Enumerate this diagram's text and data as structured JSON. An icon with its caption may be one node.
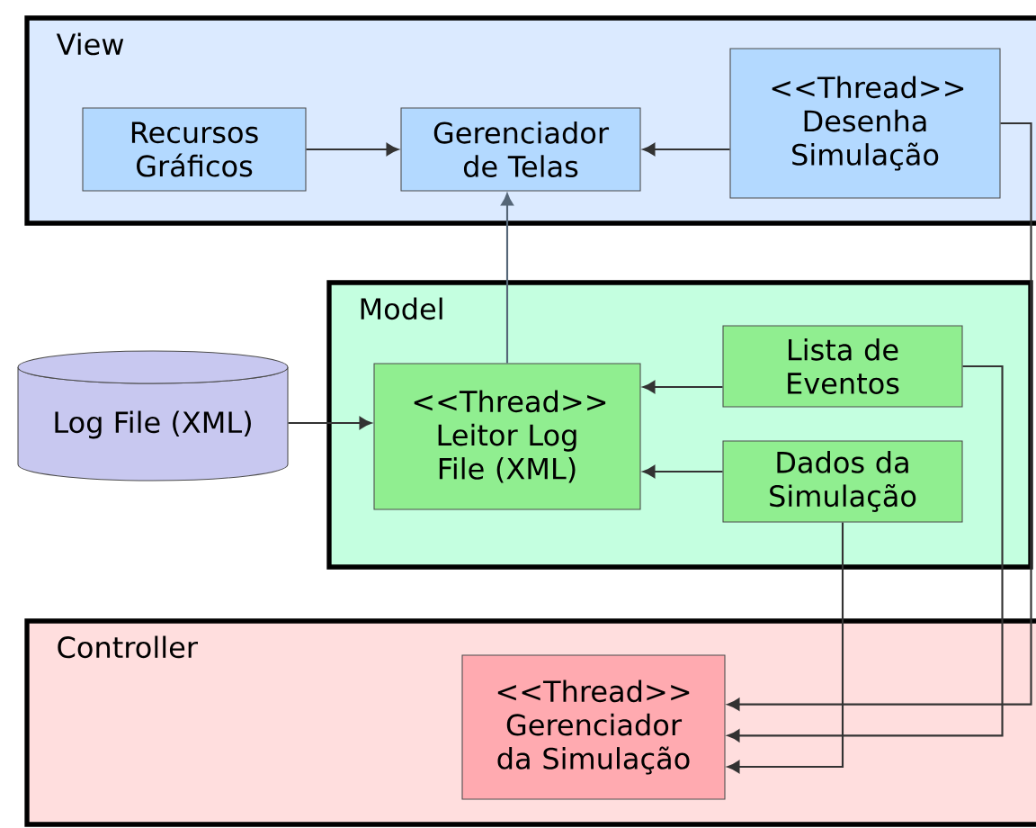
{
  "diagram": {
    "nodes": [
      {
        "text": [
          "View"
        ]
      },
      {
        "text": [
          "Recursos Gráficos"
        ],
        "in": 0
      },
      {
        "text": [
          "Gerenciador de Telas"
        ],
        "in": 0
      },
      {
        "text": [
          "<<Thread>>",
          "Desenha Simulação"
        ],
        "in": 0
      },
      {
        "text": [
          "Model"
        ]
      },
      {
        "text": [
          "<<Thread>>",
          "Leitor Log File (XML)"
        ],
        "in": 4
      },
      {
        "text": [
          "Lista de Eventos"
        ],
        "in": 4
      },
      {
        "text": [
          "Dados da Simulação"
        ],
        "in": 4
      },
      {
        "text": [
          "Log File (XML)"
        ]
      },
      {
        "text": [
          "Controller"
        ]
      },
      {
        "text": [
          "<<Thread>>",
          "Gerenciador da Simulação"
        ],
        "in": 9
      }
    ],
    "edges": [
      {
        "from": 1,
        "to": 2,
        "arrow": "to"
      },
      {
        "from": 3,
        "to": 2,
        "arrow": "to"
      },
      {
        "from": 5,
        "to": 2,
        "arrow": "to",
        "color": "#556677"
      },
      {
        "from": 8,
        "to": 5,
        "arrow": "to"
      },
      {
        "from": 6,
        "to": 5,
        "arrow": "to"
      },
      {
        "from": 7,
        "to": 5,
        "arrow": "to"
      },
      {
        "from": 7,
        "to": 10,
        "arrow": "to"
      },
      {
        "from": 6,
        "to": 10,
        "arrow": "to"
      },
      {
        "from": 3,
        "to": 10,
        "arrow": "to"
      }
    ]
  }
}
